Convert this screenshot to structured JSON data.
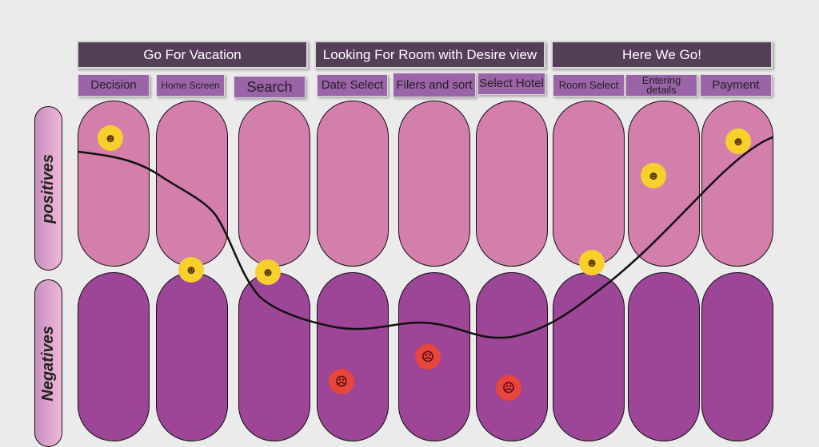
{
  "phases": [
    "Go For Vacation",
    "Looking For Room with Desire  view",
    "Here We Go!"
  ],
  "stages": [
    "Decision",
    "Home Screen",
    "Search",
    "Date  Select",
    "Filers and sort",
    "Select Hotel",
    "Room Select",
    "Entering details",
    "Payment"
  ],
  "rows": {
    "positives": "positives",
    "negatives": "Negatives"
  },
  "emotions": {
    "happy": "☻",
    "angry": "☹"
  },
  "colors": {
    "phase": "#553e58",
    "stage": "#9b63a8",
    "positive": "#d47fab",
    "negative": "#9d4596"
  }
}
